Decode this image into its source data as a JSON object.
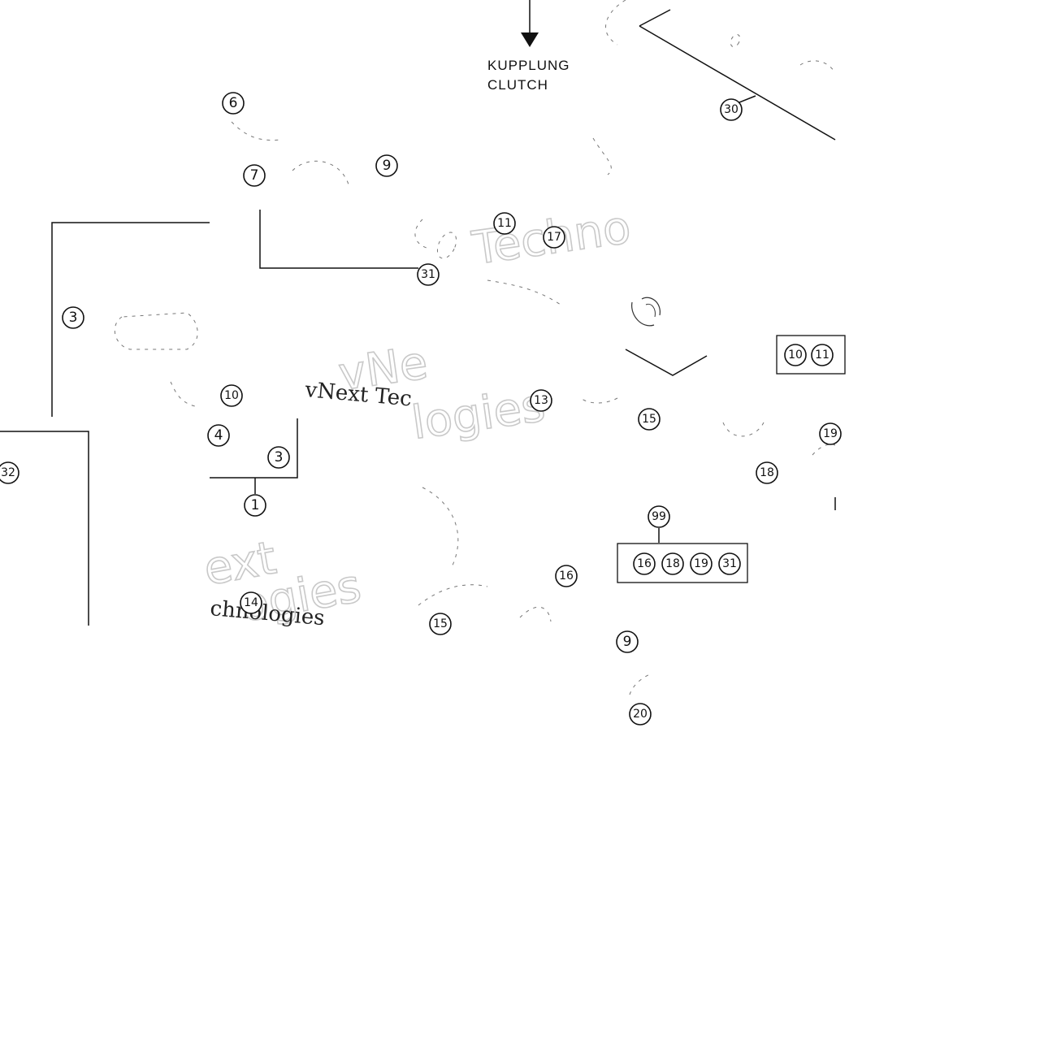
{
  "labels": {
    "clutch_de": "KUPPLUNG",
    "clutch_en": "CLUTCH"
  },
  "watermarks": {
    "main": "vNext Technologies",
    "w1": "Techno",
    "w2": "vNe",
    "w3": "vNext Tec",
    "w4": "logies",
    "w5": "ext",
    "w6": "ogies",
    "w7": "chnologies"
  },
  "callouts": {
    "c6": "6",
    "c7": "7",
    "c9": "9",
    "c11": "11",
    "c17": "17",
    "c31": "31",
    "c30": "30",
    "c3a": "3",
    "c10": "10",
    "c4": "4",
    "c3b": "3",
    "c1": "1",
    "c32": "32",
    "c13": "13",
    "c15a": "15",
    "c19a": "19",
    "c18": "18",
    "c99": "99",
    "c16": "16",
    "c14": "14",
    "c15b": "15",
    "c9b": "9",
    "c20": "20"
  },
  "kits": {
    "kit_right": [
      "10",
      "11"
    ],
    "kit_99": [
      "16",
      "18",
      "19",
      "31"
    ]
  },
  "colors": {
    "line": "#111111",
    "watermark": "#c9c9c9",
    "background": "#ffffff"
  }
}
